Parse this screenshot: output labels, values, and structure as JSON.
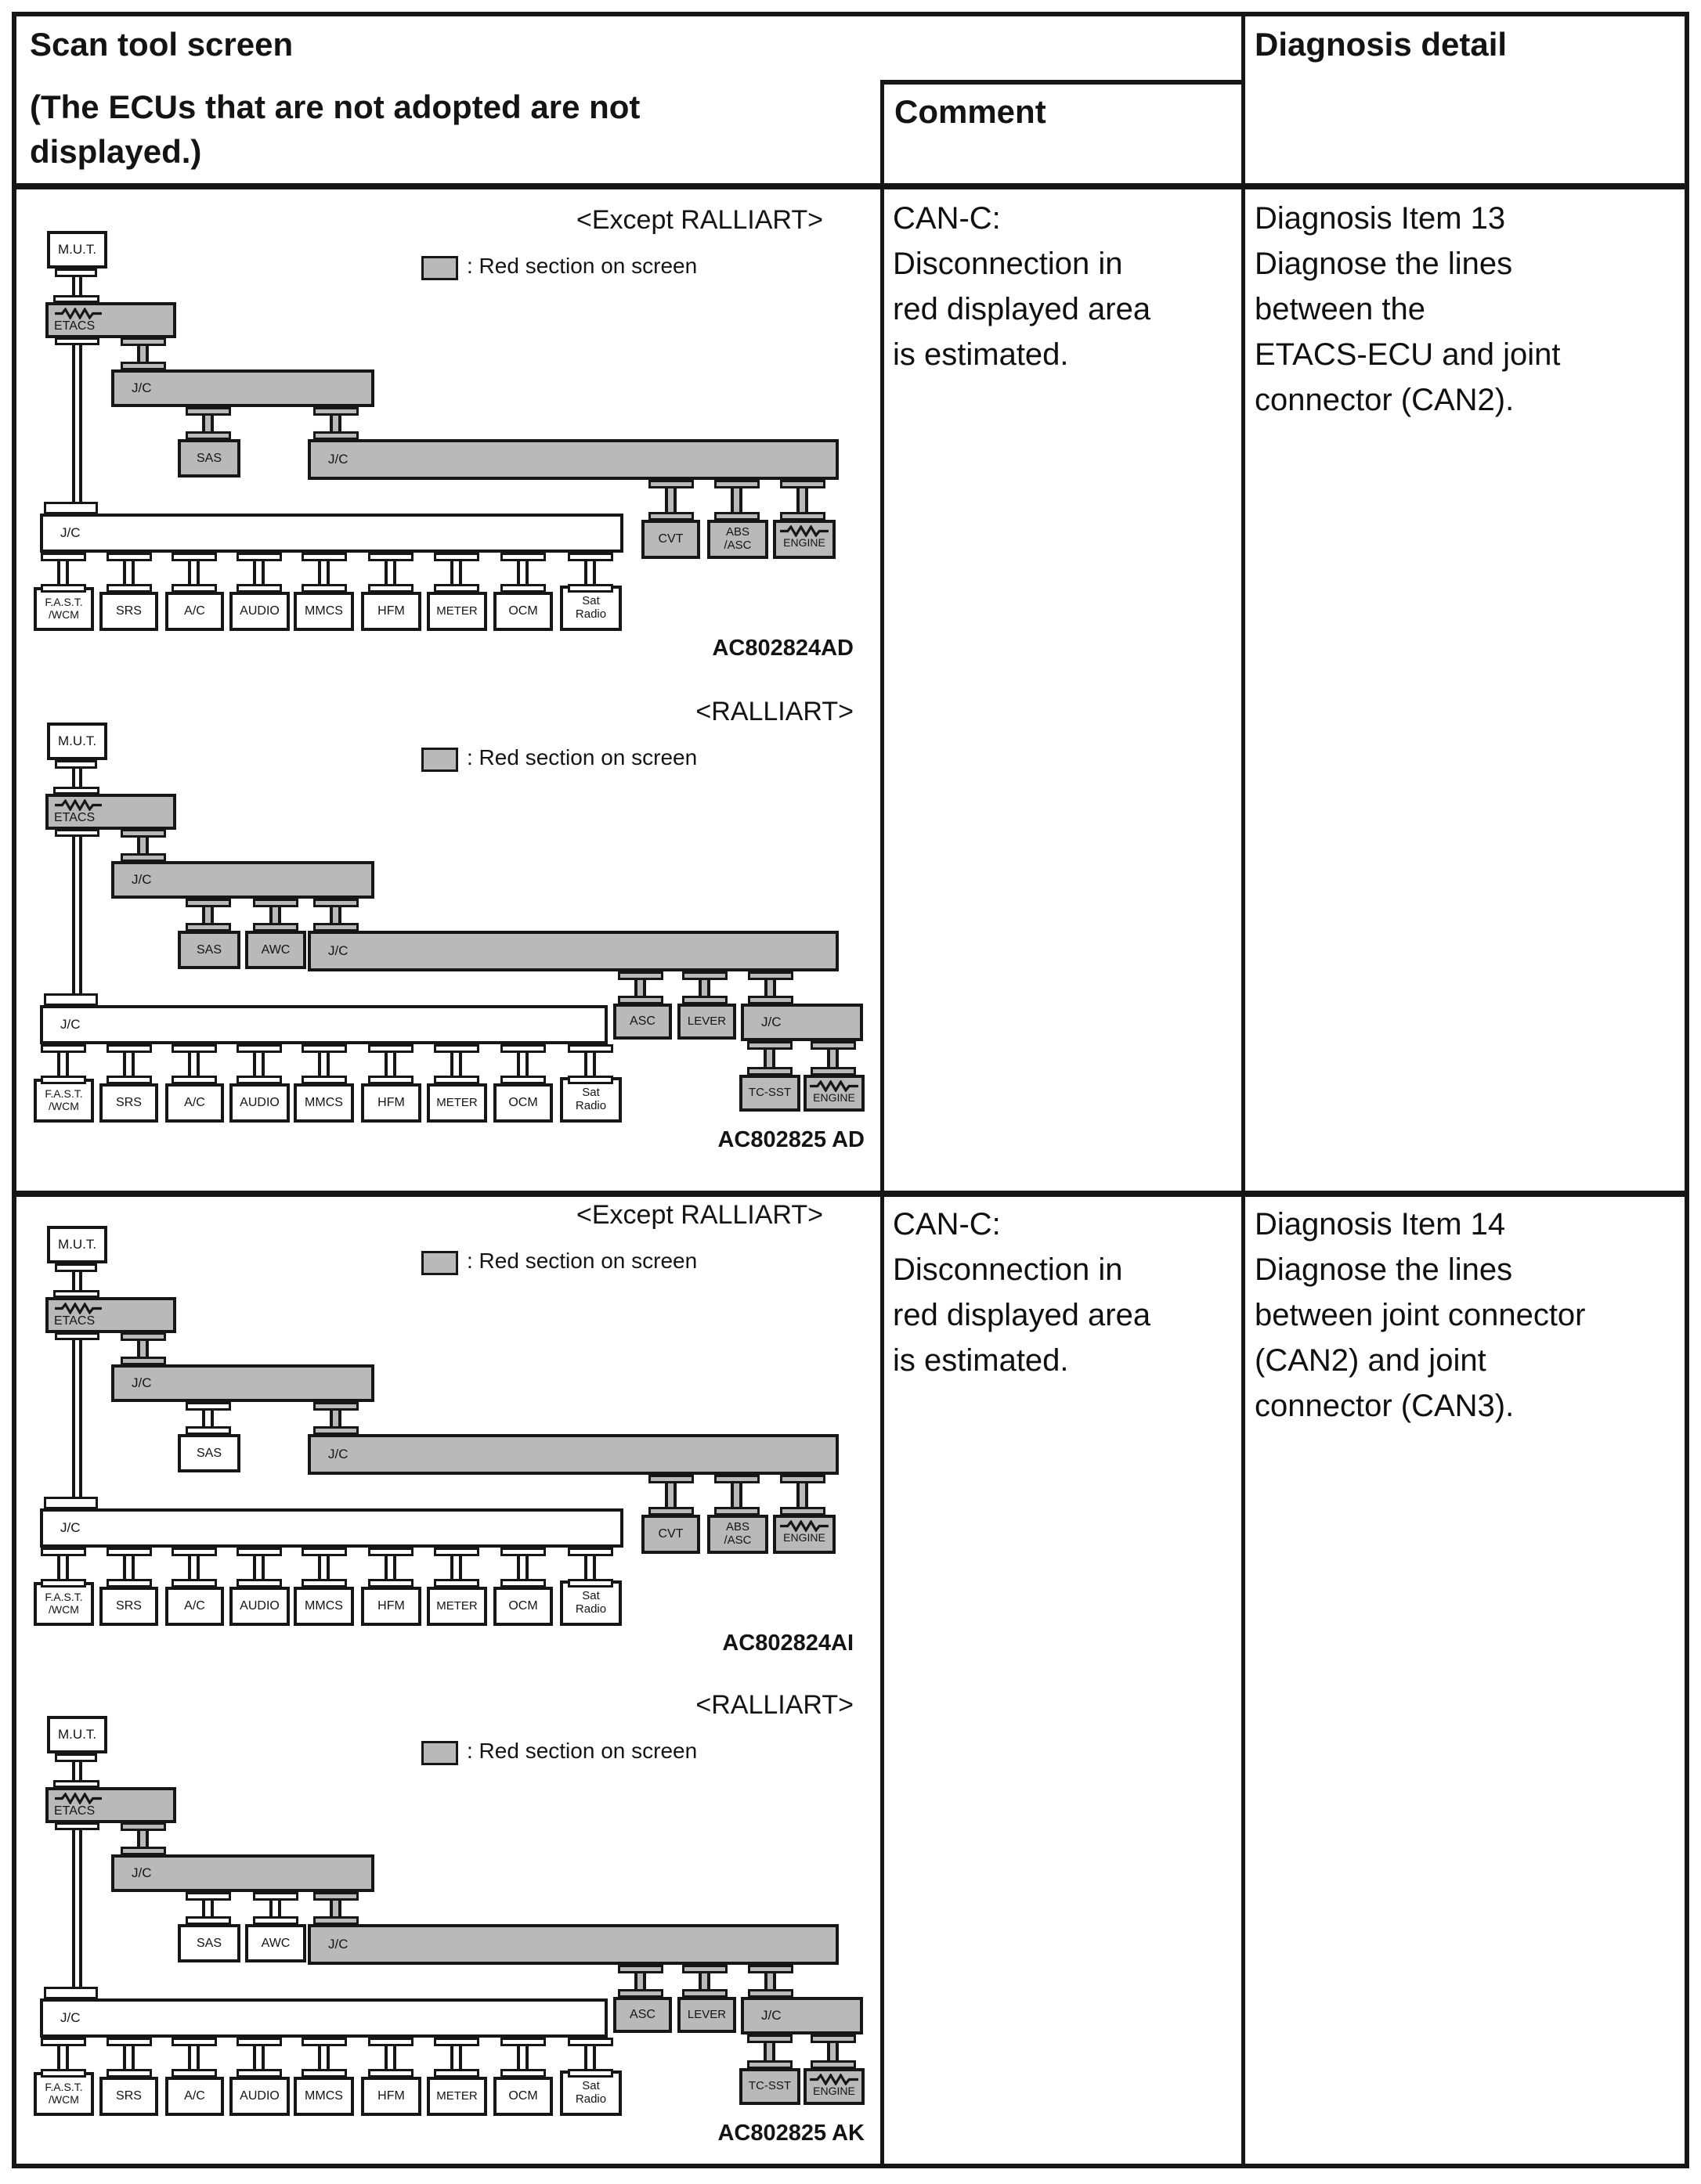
{
  "header": {
    "col1_title": "Scan tool screen",
    "col1_note": "(The ECUs that are not adopted are not\ndisplayed.)",
    "col2_title": "Comment",
    "col3_title": "Diagnosis detail"
  },
  "rows": [
    {
      "comment": "CAN-C:\nDisconnection in\nred displayed area\nis estimated.",
      "diagnosis": "Diagnosis Item 13\nDiagnose the lines\nbetween the\nETACS-ECU and joint\nconnector (CAN2)."
    },
    {
      "comment": "CAN-C:\nDisconnection in\nred displayed area\nis estimated.",
      "diagnosis": "Diagnosis Item 14\nDiagnose the lines\nbetween joint connector\n(CAN2) and joint\nconnector (CAN3)."
    }
  ],
  "legend_label": ": Red section on screen",
  "colors": {
    "red_section_gray": "#b9b9b9",
    "line": "#161616",
    "background": "#ffffff"
  },
  "labels": {
    "mut": "M.U.T.",
    "etacs": "ETACS",
    "jc": "J/C",
    "sas": "SAS",
    "awc": "AWC",
    "cvt": "CVT",
    "abs_asc": "ABS\n/ASC",
    "engine": "ENGINE",
    "fast_wcm": "F.A.S.T.\n/WCM",
    "srs": "SRS",
    "ac": "A/C",
    "audio": "AUDIO",
    "mmcs": "MMCS",
    "hfm": "HFM",
    "meter": "METER",
    "ocm": "OCM",
    "sat_radio": "Sat\nRadio",
    "asc": "ASC",
    "lever": "LEVER",
    "tcsst": "TC-SST"
  },
  "diagrams": [
    {
      "name": "row1-except-ralliart",
      "type": "except",
      "variant_label": "<Except RALLIART>",
      "code": "AC802824AD",
      "sas_red": true
    },
    {
      "name": "row1-ralliart",
      "type": "ralliart",
      "variant_label": "<RALLIART>",
      "code": "AC802825 AD",
      "sas_red": true
    },
    {
      "name": "row2-except-ralliart",
      "type": "except",
      "variant_label": "<Except RALLIART>",
      "code": "AC802824AI",
      "sas_red": false
    },
    {
      "name": "row2-ralliart",
      "type": "ralliart",
      "variant_label": "<RALLIART>",
      "code": "AC802825 AK",
      "sas_red": false
    }
  ]
}
